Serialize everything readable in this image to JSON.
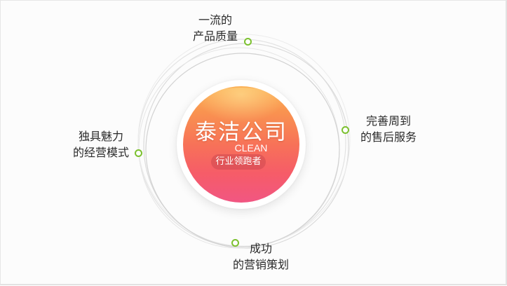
{
  "center": {
    "title": "泰洁公司",
    "subtitle": "CLEAN",
    "tag": "行业领跑者"
  },
  "nodes": [
    {
      "id": "top",
      "line1": "一流的",
      "line2": "产品质量"
    },
    {
      "id": "right",
      "line1": "完善周到",
      "line2": "的售后服务"
    },
    {
      "id": "left",
      "line1": "独具魅力",
      "line2": "的经营模式"
    },
    {
      "id": "bottom",
      "line1": "成功",
      "line2": "的营销策划"
    }
  ],
  "colors": {
    "dot_border": "#7cc130",
    "gradient_top": "#fcb256",
    "gradient_bottom": "#f15682",
    "text": "#2a2a2a"
  }
}
